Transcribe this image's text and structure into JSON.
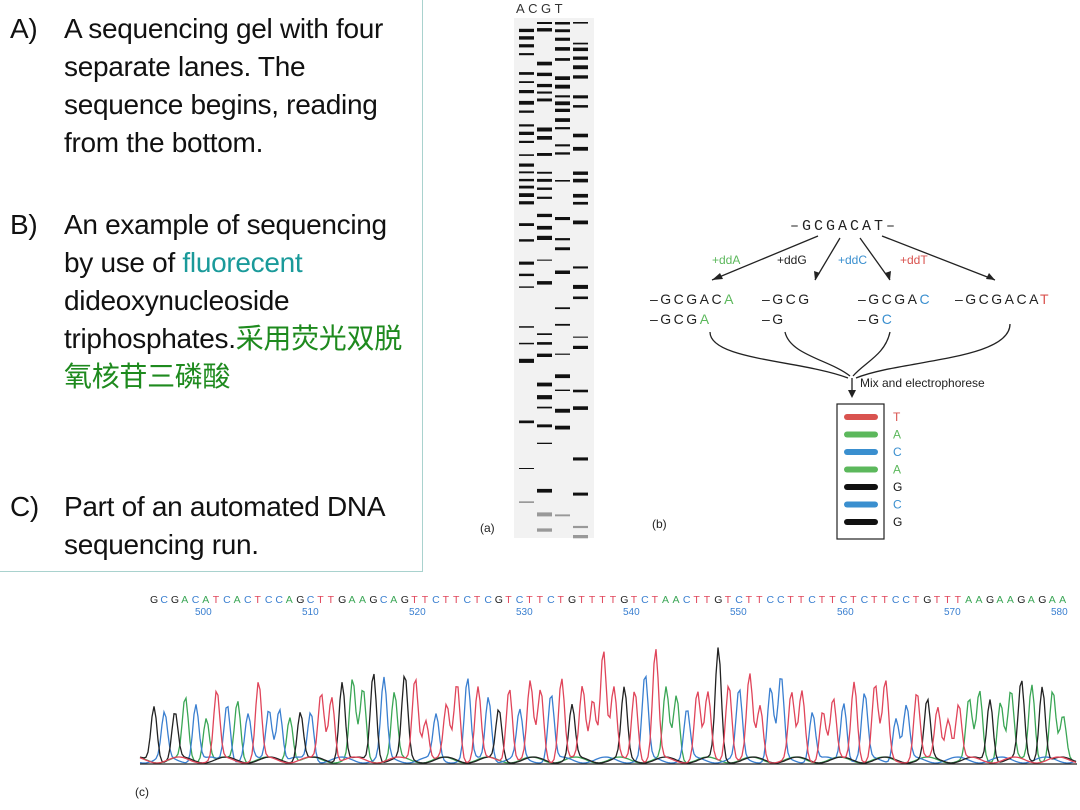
{
  "items": [
    {
      "label": "A)",
      "text": "A sequencing gel with four separate lanes. The sequence begins, reading from the bottom."
    },
    {
      "label": "B)",
      "text_1": "An example of sequencing by use of",
      "highlight": "fluorecent",
      "text_2": "dideoxynucleoside triphosphates.",
      "chinese": "采用荧光双脱氧核苷三磷酸"
    },
    {
      "label": "C)",
      "text": "Part of an automated DNA sequencing run."
    }
  ],
  "panel_a": {
    "lane_header": "ACGT",
    "caption": "(a)"
  },
  "panel_b": {
    "caption": "(b)",
    "template": "–GCGACAT–",
    "reagents": [
      {
        "label": "+ddA",
        "color": "#5cb85c"
      },
      {
        "label": "+ddG",
        "color": "#222222"
      },
      {
        "label": "+ddC",
        "color": "#3a8fcf"
      },
      {
        "label": "+ddT",
        "color": "#d9534f"
      }
    ],
    "products": [
      {
        "line1_base": "–GCGAC",
        "line1_end": "A",
        "line2_base": "–GCG",
        "line2_end": "A",
        "color": "#5cb85c"
      },
      {
        "line1_base": "–GCG",
        "line1_end": "",
        "line2_base": "–G",
        "line2_end": "",
        "color": "#222222"
      },
      {
        "line1_base": "–GCGA",
        "line1_end": "C",
        "line2_base": "–G",
        "line2_end": "C",
        "color": "#3a8fcf"
      },
      {
        "line1_base": "–GCGACA",
        "line1_end": "T",
        "line2_base": "",
        "line2_end": "",
        "color": "#d9534f"
      }
    ],
    "mix_label": "Mix and electrophorese",
    "bands": [
      {
        "letter": "T",
        "color": "#d9534f"
      },
      {
        "letter": "A",
        "color": "#5cb85c"
      },
      {
        "letter": "C",
        "color": "#3a8fcf"
      },
      {
        "letter": "A",
        "color": "#5cb85c"
      },
      {
        "letter": "G",
        "color": "#111111"
      },
      {
        "letter": "C",
        "color": "#3a8fcf"
      },
      {
        "letter": "G",
        "color": "#111111"
      }
    ]
  },
  "panel_c": {
    "caption": "(c)",
    "sequence": "GCGACATCACTCCAGCTTGAAGCAGTTCTTCTCGTCTTCTGTTTTGTCTAACTTGTCTTCCTTCTTCTCTTCCTGTTTAAGAAGAGAA",
    "position_labels": [
      "500",
      "510",
      "520",
      "530",
      "540",
      "550",
      "560",
      "570",
      "580"
    ],
    "base_colors": {
      "A": "#3aa655",
      "C": "#3a7fd0",
      "G": "#222222",
      "T": "#e0455a"
    }
  }
}
